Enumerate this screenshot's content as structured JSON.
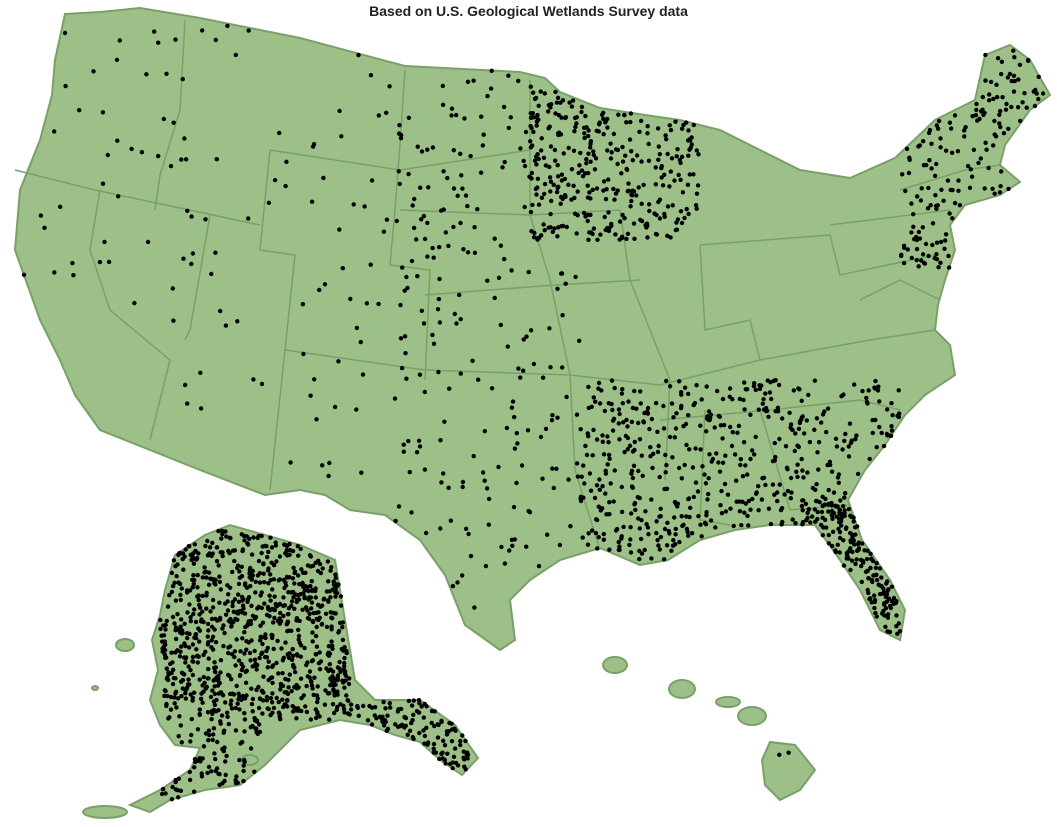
{
  "subtitle": "Based on U.S. Geological Wetlands Survey data",
  "colors": {
    "land": "#9cc087",
    "border": "#7aa06a",
    "point": "#000000"
  },
  "map": {
    "type": "point-distribution-map",
    "regions": [
      "contiguous-us",
      "alaska",
      "hawaii"
    ],
    "point_density_rank": [
      {
        "region": "alaska",
        "density": "very-high"
      },
      {
        "region": "southeast-gulf-coast",
        "density": "high"
      },
      {
        "region": "florida",
        "density": "high"
      },
      {
        "region": "upper-midwest",
        "density": "high"
      },
      {
        "region": "maine-northeast",
        "density": "high"
      },
      {
        "region": "great-plains",
        "density": "medium"
      },
      {
        "region": "west",
        "density": "low"
      },
      {
        "region": "hawaii",
        "density": "very-low"
      }
    ]
  }
}
